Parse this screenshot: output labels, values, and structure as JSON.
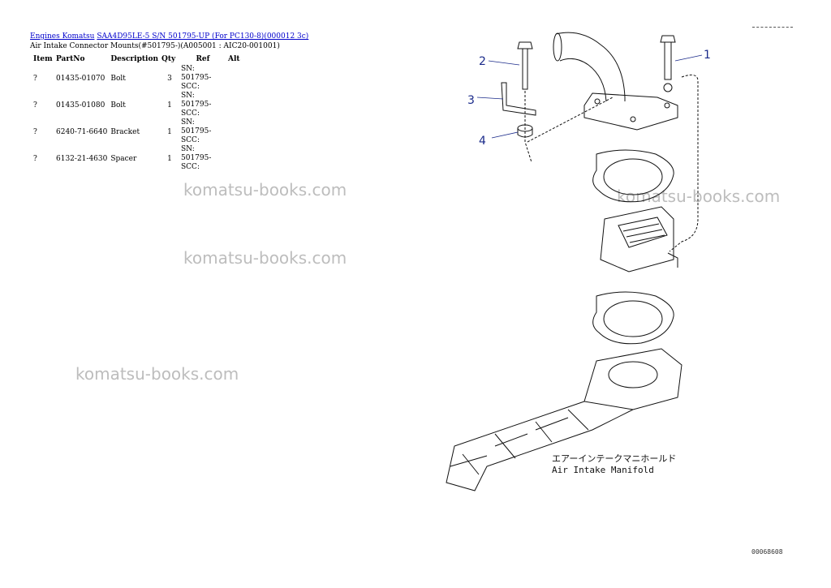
{
  "breadcrumb": {
    "link1": "Engines Komatsu",
    "link2": "SAA4D95LE-5 S/N 501795-UP (For PC130-8)(000012 3c)"
  },
  "subtitle": "Air Intake Connector Mounts(#501795-)(A005001 : AIC20-001001)",
  "table": {
    "headers": [
      "Item",
      "PartNo",
      "Description",
      "Qty",
      "Ref",
      "Alt"
    ],
    "rows": [
      {
        "item": "?",
        "partno": "01435-01070",
        "description": "Bolt",
        "qty": "3",
        "ref": "SN: 501795-SCC:",
        "alt": ""
      },
      {
        "item": "?",
        "partno": "01435-01080",
        "description": "Bolt",
        "qty": "1",
        "ref": "SN: 501795-SCC:",
        "alt": ""
      },
      {
        "item": "?",
        "partno": "6240-71-6640",
        "description": "Bracket",
        "qty": "1",
        "ref": "SN: 501795-SCC:",
        "alt": ""
      },
      {
        "item": "?",
        "partno": "6132-21-4630",
        "description": "Spacer",
        "qty": "1",
        "ref": "SN: 501795-SCC:",
        "alt": ""
      }
    ]
  },
  "watermark": "komatsu-books.com",
  "diagram": {
    "callouts": [
      "1",
      "2",
      "3",
      "4"
    ],
    "label_jp": "エアーインテークマニホールド",
    "label_en": "Air Intake Manifold",
    "code": "00068608"
  }
}
